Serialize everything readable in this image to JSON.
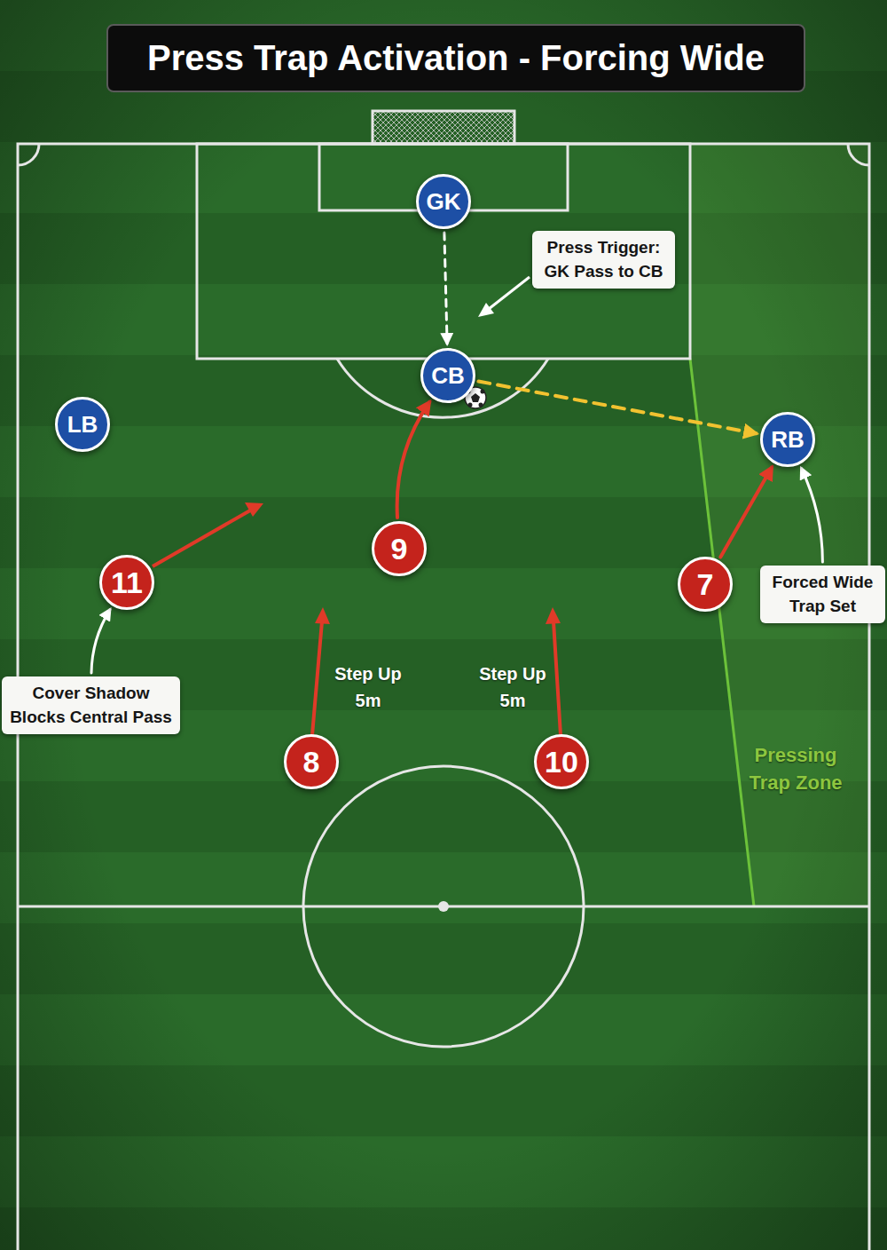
{
  "diagram": {
    "title": "Press Trap Activation - Forcing Wide",
    "nodes": [
      {
        "text": [
          "GK"
        ]
      },
      {
        "text": [
          "Press Trigger: GK Pass to CB"
        ]
      },
      {
        "text": [
          "CB"
        ]
      },
      {
        "text": [
          "LB"
        ]
      },
      {
        "text": [
          "RB"
        ]
      },
      {
        "text": [
          "9"
        ]
      },
      {
        "text": [
          "11"
        ]
      },
      {
        "text": [
          "7"
        ]
      },
      {
        "text": [
          "Forced Wide Trap Set"
        ]
      },
      {
        "text": [
          "Cover Shadow Blocks Central Pass"
        ]
      },
      {
        "text": [
          "8"
        ]
      },
      {
        "text": [
          "10"
        ]
      }
    ],
    "edges": [
      {
        "from": 0,
        "to": 2,
        "arrow": "to"
      },
      {
        "from": 2,
        "to": 4,
        "arrow": "to"
      },
      {
        "from": 5,
        "to": 2,
        "arrow": "to"
      },
      {
        "from": 7,
        "to": 4,
        "arrow": "to"
      },
      {
        "from": 8,
        "to": 4,
        "arrow": "to"
      },
      {
        "from": 9,
        "to": 6,
        "arrow": "to"
      }
    ],
    "labels": [
      "Step Up 5m",
      "Step Up 5m",
      "Pressing Trap Zone"
    ]
  }
}
